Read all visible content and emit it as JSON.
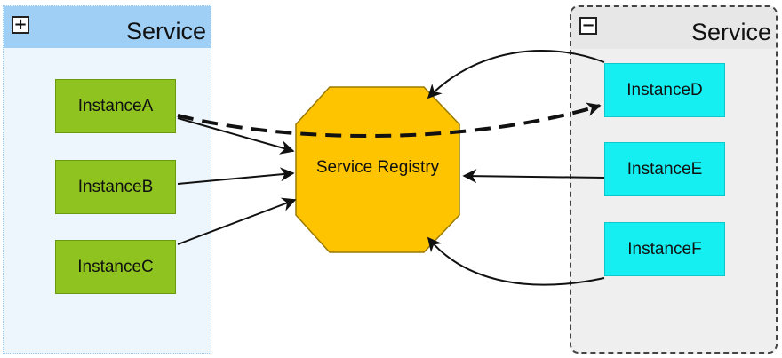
{
  "pools": {
    "left": {
      "title": "Service",
      "toggle_glyph": "+"
    },
    "right": {
      "title": "Service",
      "toggle_glyph": "−"
    }
  },
  "nodes": {
    "instance_a": "InstanceA",
    "instance_b": "InstanceB",
    "instance_c": "InstanceC",
    "instance_d": "InstanceD",
    "instance_e": "InstanceE",
    "instance_f": "InstanceF",
    "registry": "Service Registry"
  },
  "colors": {
    "green_instance": "#8fc31f",
    "cyan_instance": "#16eff1",
    "registry_fill": "#ffc400",
    "left_pool_header": "#9fcff5",
    "right_pool_header": "#e7e7e7"
  }
}
